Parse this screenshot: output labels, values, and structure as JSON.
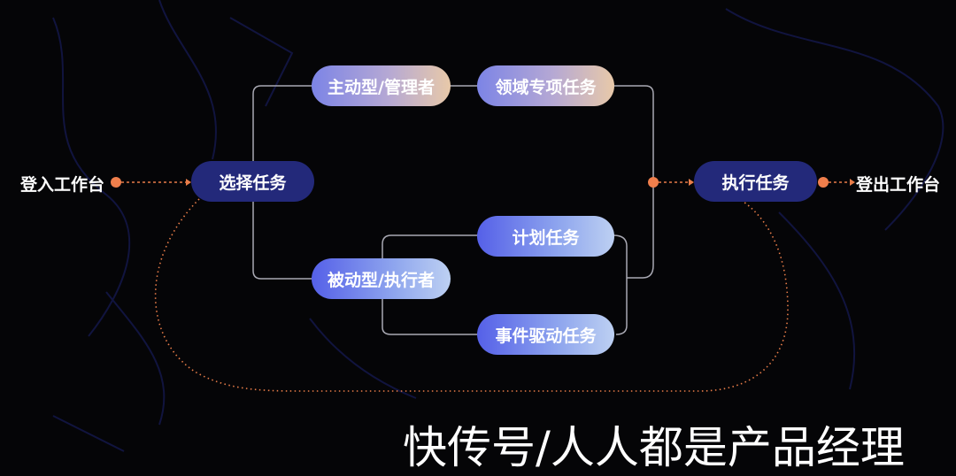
{
  "entry_label": "登入工作台",
  "exit_label": "登出工作台",
  "nodes": {
    "select_task": "选择任务",
    "active_role": "主动型/管理者",
    "domain_task": "领域专项任务",
    "passive_role": "被动型/执行者",
    "plan_task": "计划任务",
    "event_task": "事件驱动任务",
    "execute_task": "执行任务"
  },
  "watermark": "快传号/人人都是产品经理",
  "colors": {
    "background": "#050507",
    "dark_pill": "#23297a",
    "connector": "#a9a9b3",
    "accent_orange": "#f07f4c"
  }
}
